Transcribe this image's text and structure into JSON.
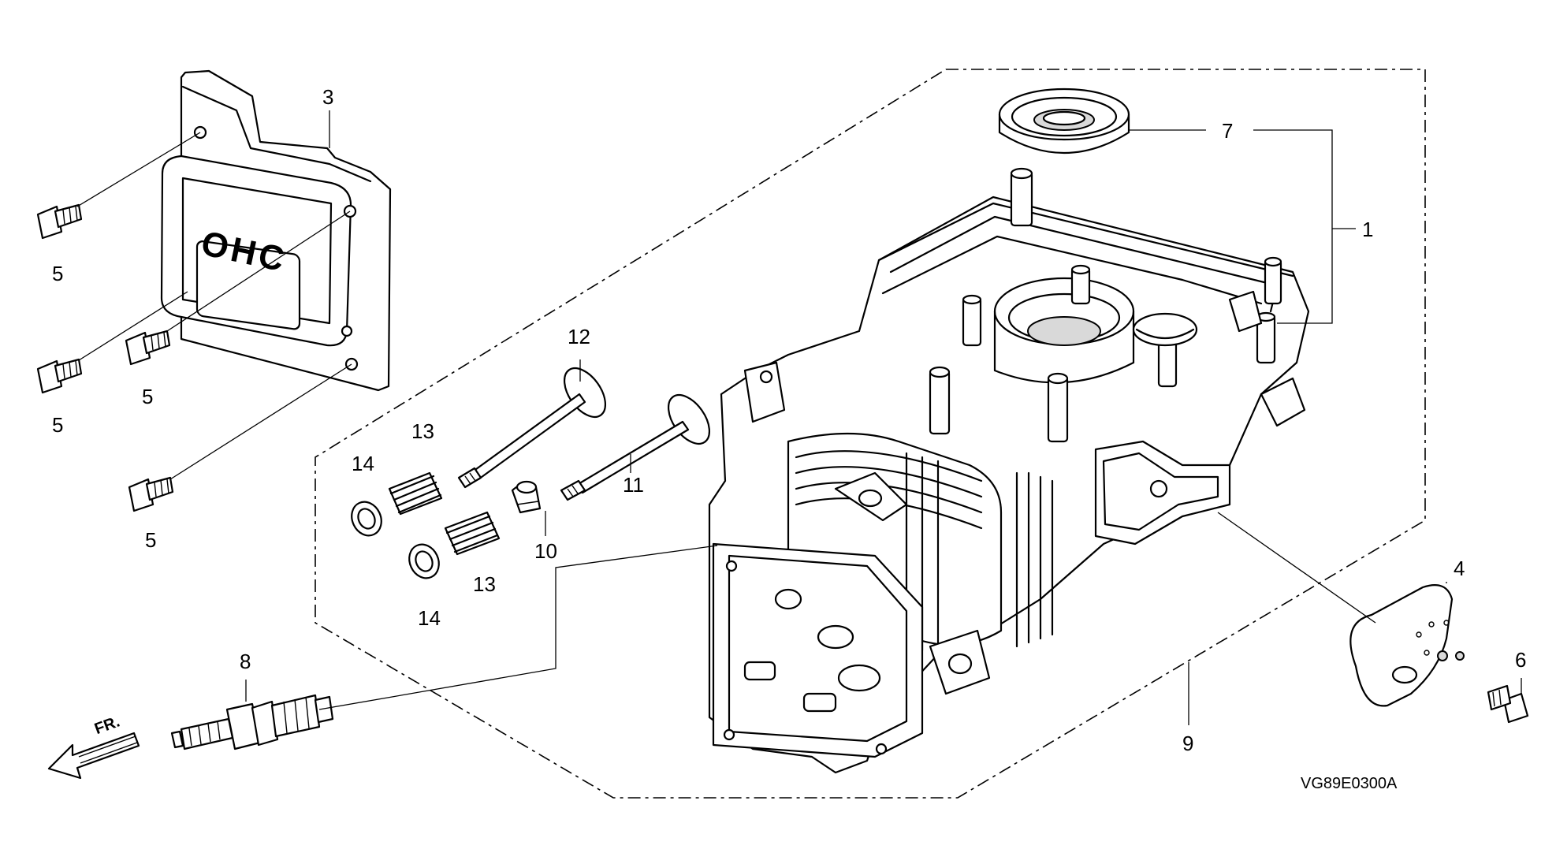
{
  "callouts": {
    "c1": "1",
    "c3": "3",
    "c4": "4",
    "c5a": "5",
    "c5b": "5",
    "c5c": "5",
    "c5d": "5",
    "c6": "6",
    "c7": "7",
    "c8": "8",
    "c9": "9",
    "c10": "10",
    "c11": "11",
    "c12": "12",
    "c13a": "13",
    "c13b": "13",
    "c14a": "14",
    "c14b": "14"
  },
  "cover_emblem": "OHC",
  "direction_marker": "FR.",
  "figure_code": "VG89E0300A"
}
